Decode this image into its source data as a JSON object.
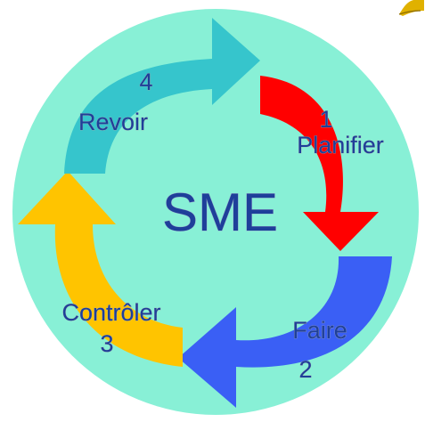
{
  "diagram": {
    "center_label": "SME",
    "steps": [
      {
        "number": "1",
        "label": "Planifier",
        "color": "#ff0000"
      },
      {
        "number": "2",
        "label": "Faire",
        "color": "#3a5ff5"
      },
      {
        "number": "3",
        "label": "Contrôler",
        "color": "#ffc400"
      },
      {
        "number": "4",
        "label": "Revoir",
        "color": "#36c5cc"
      }
    ],
    "background_color": "#88f0d6",
    "text_color": "#1e3f9a",
    "decoration_icon": "bell-icon"
  }
}
